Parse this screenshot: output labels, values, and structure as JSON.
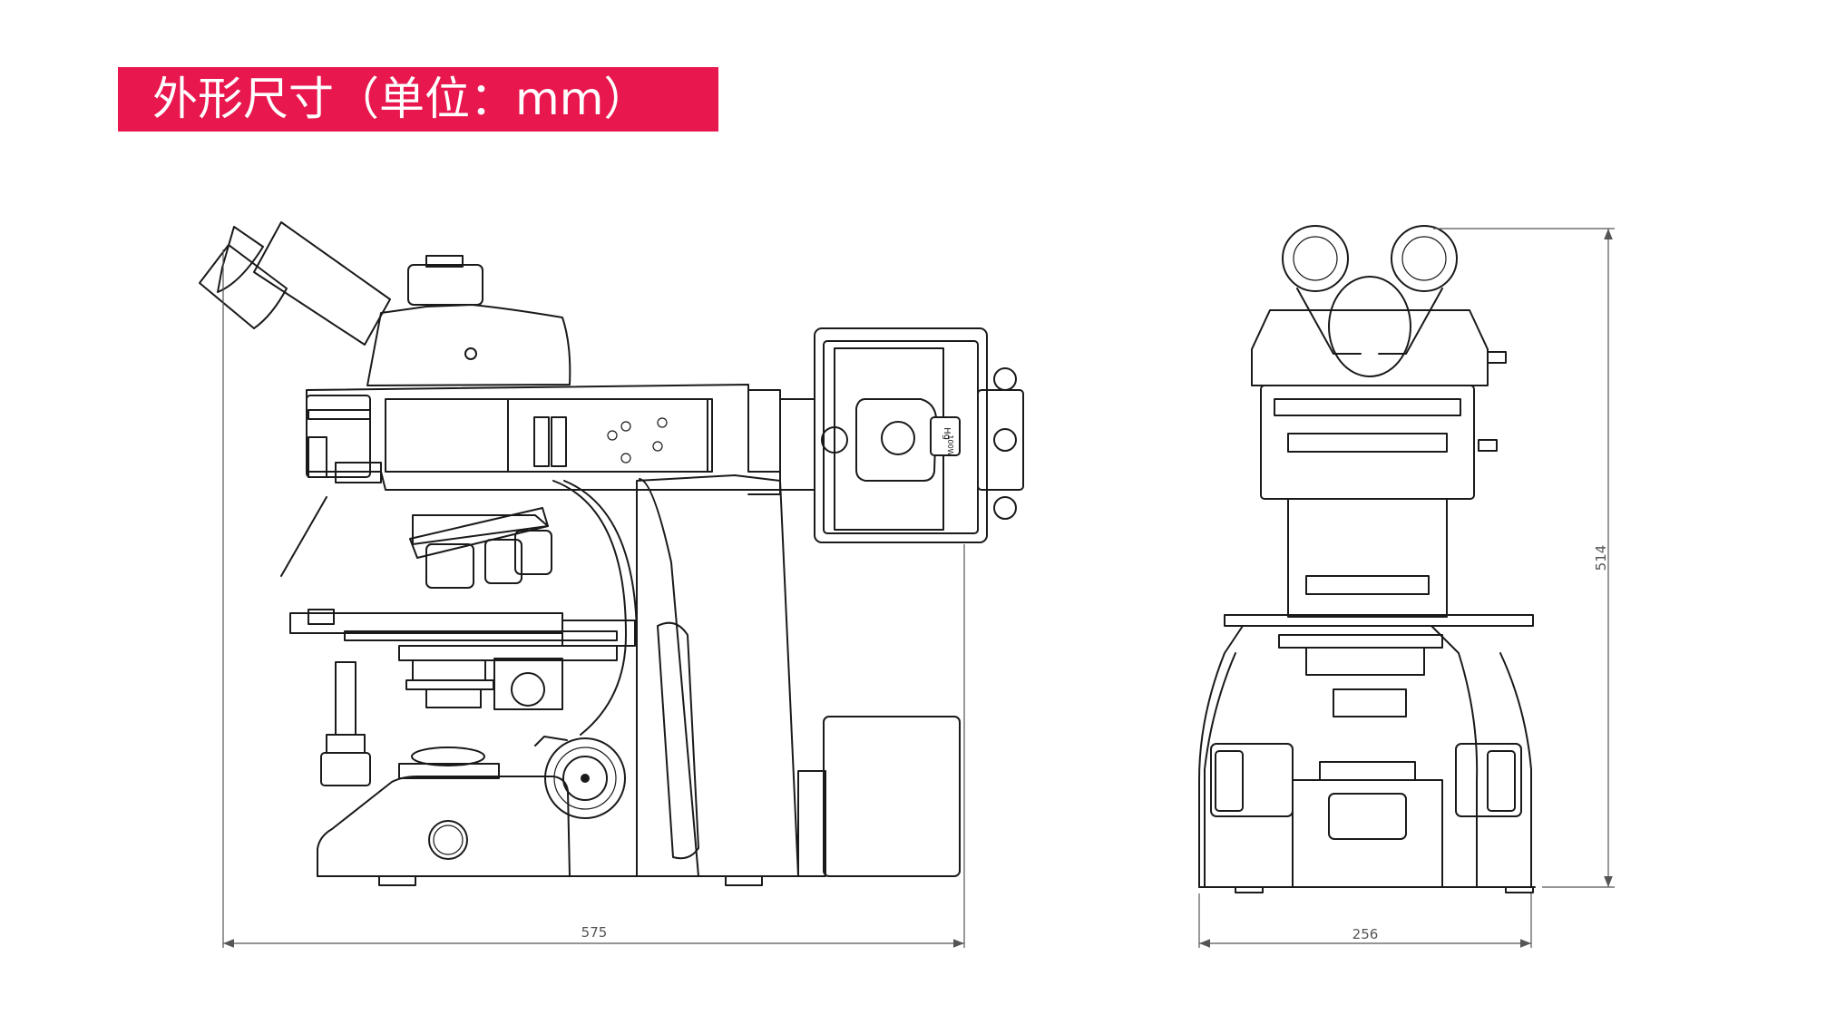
{
  "title": "外形尺寸（单位：mm）",
  "colors": {
    "banner": "#E8174E",
    "banner_text": "#ffffff",
    "line": "#1a1a1a",
    "dimension": "#555555"
  },
  "dimensions": {
    "side_width": "575",
    "front_width": "256",
    "height": "514"
  },
  "lamp_label": {
    "line1": "Hg",
    "line2": "100W"
  }
}
